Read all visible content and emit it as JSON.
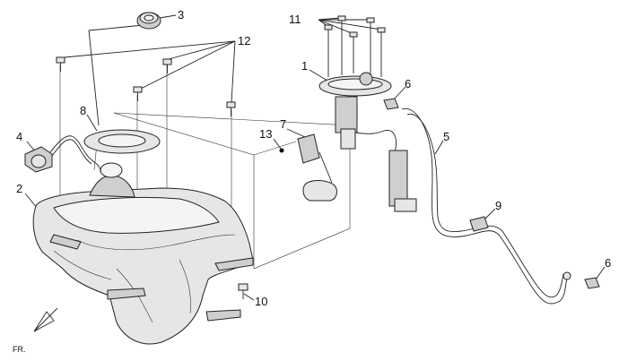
{
  "diagram": {
    "callouts": [
      "1",
      "2",
      "3",
      "4",
      "5",
      "6",
      "6",
      "7",
      "8",
      "9",
      "10",
      "11",
      "12",
      "13"
    ],
    "front_label": "FR."
  }
}
